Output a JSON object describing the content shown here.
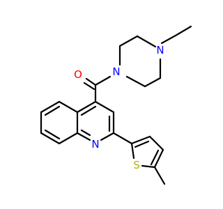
{
  "atoms": {
    "o_carbonyl": {
      "symbol": "O",
      "color": "#ff0000"
    },
    "n_piperazine_top": {
      "symbol": "N",
      "color": "#0000ff"
    },
    "n_piperazine_amide": {
      "symbol": "N",
      "color": "#0000ff"
    },
    "n_quinoline": {
      "symbol": "N",
      "color": "#0000ff"
    },
    "s_thiophene": {
      "symbol": "S",
      "color": "#b2b200"
    }
  },
  "bond_color": "#000000"
}
